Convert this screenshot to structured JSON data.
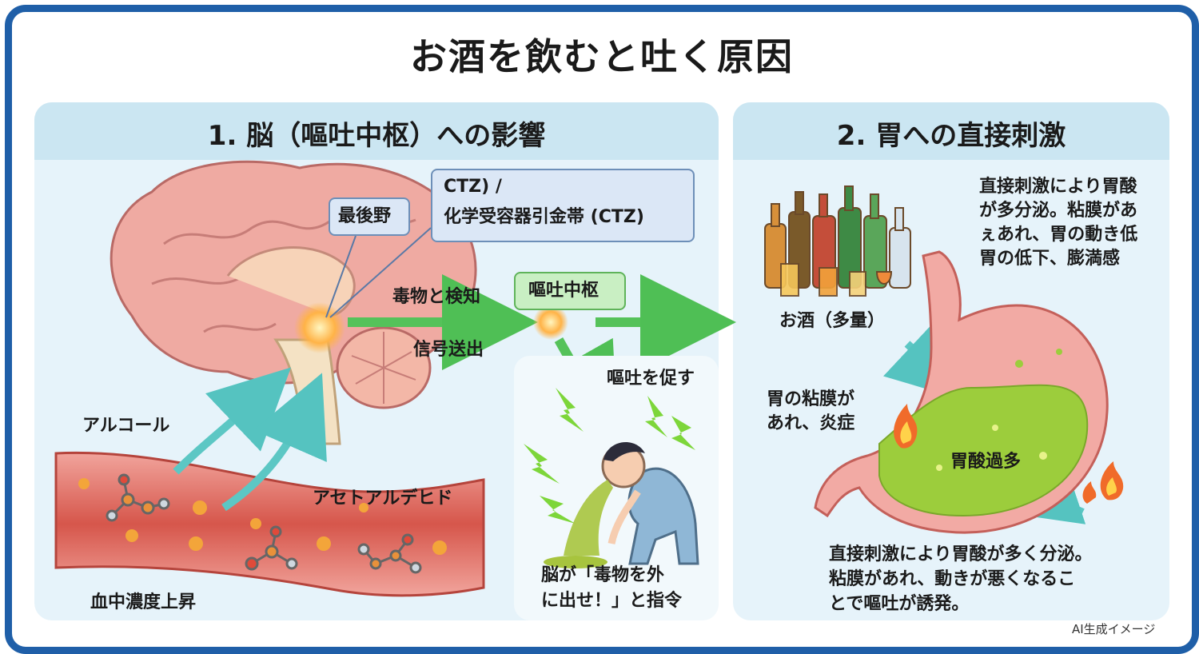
{
  "title": "お酒を飲むと吐く原因",
  "panel_brain": {
    "heading": "1. 脳（嘔吐中枢）への影響",
    "label_area_postrema": "最後野",
    "label_ctz_line1": "CTZ) /",
    "label_ctz_line2": "化学受容器引金帯 (CTZ)",
    "label_detect": "毒物と検知",
    "label_signal": "信号送出",
    "label_vomit_center": "嘔吐中枢",
    "label_promote": "嘔吐を促す",
    "label_alcohol": "アルコール",
    "label_acetaldehyde": "アセトアルデヒド",
    "label_blood_level": "血中濃度上昇",
    "caption_line1": "脳が「毒物を外",
    "caption_line2": "に出せ！」と指令"
  },
  "panel_stomach": {
    "heading": "2. 胃への直接刺激",
    "note_line1": "直接刺激により胃酸",
    "note_line2": "が多分泌。粘膜があ",
    "note_line3": "ぇあれ、胃の動き低",
    "note_line4": "胃の低下、膨満感",
    "label_alcohol_large": "お酒（多量）",
    "label_mucosa_line1": "胃の粘膜が",
    "label_mucosa_line2": "あれ、炎症",
    "label_acid": "胃酸過多",
    "summary_line1": "直接刺激により胃酸が多く分泌。",
    "summary_line2": "粘膜があれ、動きが悪くなるこ",
    "summary_line3": "とで嘔吐が誘発。"
  },
  "credit": "AI生成イメージ",
  "colors": {
    "frame": "#1f5fa8",
    "panel_bg": "#e6f3fa",
    "panel_head": "#cbe6f2",
    "green_arrow": "#55c25a",
    "teal_arrow": "#5cc7c4",
    "brain_pink": "#efaaa2",
    "vessel_red": "#d9594f",
    "acid_green": "#9ccd3c"
  },
  "icons": [
    "brain-illustration",
    "blood-vessel-illustration",
    "molecule-icon",
    "vomiting-person-illustration",
    "lightning-icon",
    "bottles-illustration",
    "stomach-illustration",
    "flame-icon"
  ]
}
